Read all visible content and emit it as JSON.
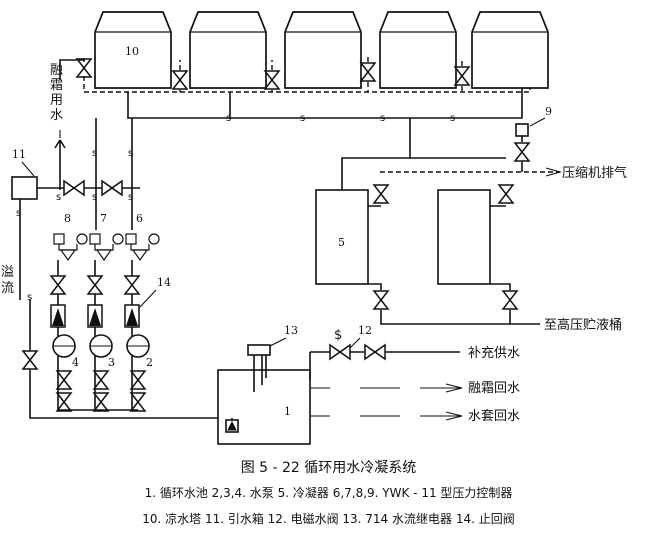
{
  "diagram": {
    "numbers": {
      "n1": "1",
      "n2": "2",
      "n3": "3",
      "n4": "4",
      "n5": "5",
      "n6": "6",
      "n7": "7",
      "n8": "8",
      "n9": "9",
      "n10": "10",
      "n11": "11",
      "n12": "12",
      "n13": "13",
      "n14": "14"
    },
    "pipe_marker": "s",
    "labels": {
      "defrost_water_v": "融霜用水",
      "overflow_v": "溢流",
      "compressor_exhaust": "压缩机排气",
      "to_hp_receiver": "至高压贮液桶",
      "makeup_water": "补充供水",
      "defrost_return": "融霜回水",
      "jacket_return": "水套回水"
    }
  },
  "caption": {
    "title": "图 5 - 22   循环用水冷凝系统",
    "legend_line_1": "1. 循环水池   2,3,4. 水泵   5. 冷凝器   6,7,8,9. YWK - 11 型压力控制器",
    "legend_line_2": "10. 凉水塔   11. 引水箱   12. 电磁水阀   13. 714 水流继电器   14. 止回阀"
  }
}
